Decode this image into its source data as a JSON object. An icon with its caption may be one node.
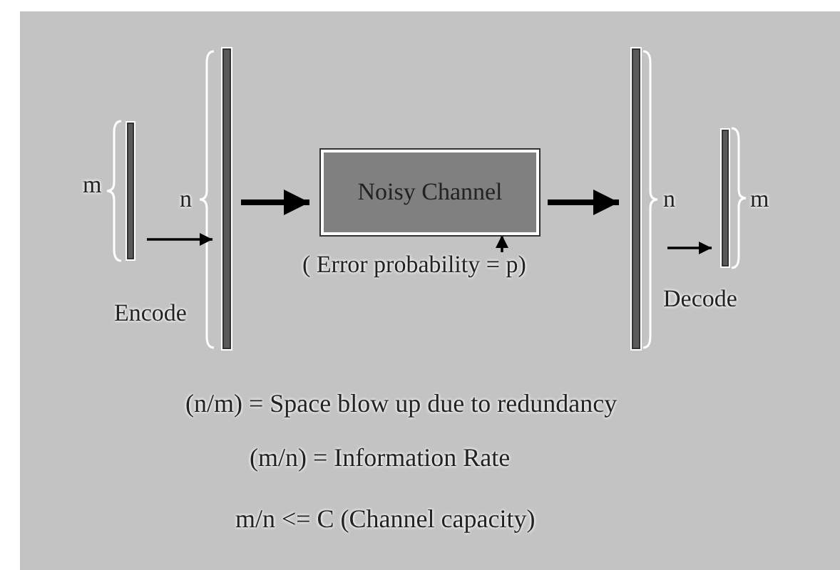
{
  "diagram": {
    "nodes": [
      {
        "text": [],
        "shape": "bar",
        "beside": [
          "m"
        ]
      },
      {
        "text": [],
        "shape": "bar",
        "beside": [
          "n",
          "Encode"
        ]
      },
      {
        "text": [
          "Noisy Channel"
        ]
      },
      {
        "text": [
          "( Error probability = p)"
        ]
      },
      {
        "text": [],
        "shape": "bar",
        "beside": [
          "n",
          "Decode"
        ]
      },
      {
        "text": [],
        "shape": "bar",
        "beside": [
          "m"
        ]
      }
    ],
    "edges": [
      {
        "from": 0,
        "to": 1,
        "arrow": "to"
      },
      {
        "from": 1,
        "to": 2,
        "arrow": "to",
        "style": "thick"
      },
      {
        "from": 3,
        "to": 2,
        "arrow": "to"
      },
      {
        "from": 2,
        "to": 4,
        "arrow": "to",
        "style": "thick"
      },
      {
        "from": 4,
        "to": 5,
        "arrow": "to"
      }
    ],
    "labels": [
      "(n/m) = Space blow up due to redundancy",
      "(m/n) = Information Rate",
      "m/n <= C (Channel capacity)"
    ]
  }
}
